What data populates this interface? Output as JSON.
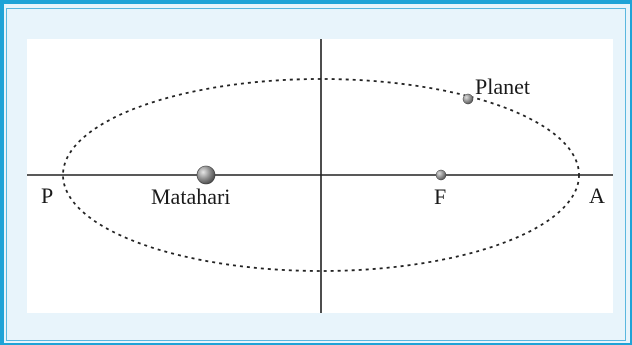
{
  "labels": {
    "perihelion": "P",
    "aphelion": "A",
    "sun": "Matahari",
    "focus": "F",
    "planet": "Planet"
  }
}
